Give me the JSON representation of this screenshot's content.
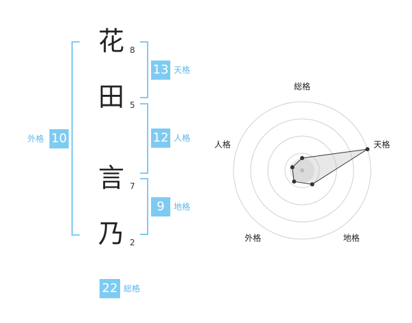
{
  "name_chars": [
    {
      "char": "花",
      "strokes": "8"
    },
    {
      "char": "田",
      "strokes": "5"
    },
    {
      "char": "言",
      "strokes": "7"
    },
    {
      "char": "乃",
      "strokes": "2"
    }
  ],
  "fortunes": {
    "tenkaku": {
      "value": "13",
      "label": "天格"
    },
    "jinkaku": {
      "value": "12",
      "label": "人格"
    },
    "chikaku": {
      "value": "9",
      "label": "地格"
    },
    "gaikaku": {
      "value": "10",
      "label": "外格"
    },
    "soukaku": {
      "value": "22",
      "label": "総格"
    }
  },
  "colors": {
    "accent": "#7ecbf2",
    "label_text": "#5db8ea"
  },
  "chart_data": {
    "type": "radar",
    "axes": [
      "総格",
      "天格",
      "地格",
      "外格",
      "人格"
    ],
    "values": [
      0.18,
      1.0,
      0.25,
      0.2,
      0.15
    ],
    "max": 1,
    "rings": 4
  }
}
